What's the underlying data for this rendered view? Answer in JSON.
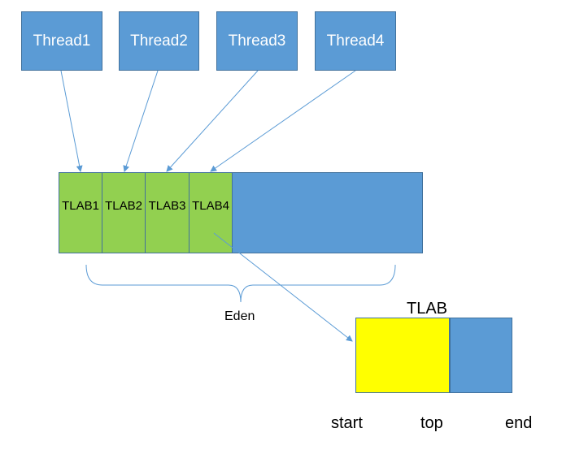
{
  "threads": [
    {
      "label": "Thread1"
    },
    {
      "label": "Thread2"
    },
    {
      "label": "Thread3"
    },
    {
      "label": "Thread4"
    }
  ],
  "tlabs": [
    {
      "label": "TLAB1"
    },
    {
      "label": "TLAB2"
    },
    {
      "label": "TLAB3"
    },
    {
      "label": "TLAB4"
    }
  ],
  "eden": {
    "label": "Eden"
  },
  "tlab_detail": {
    "title": "TLAB",
    "pointers": {
      "start": "start",
      "top": "top",
      "end": "end"
    }
  },
  "colors": {
    "thread": "#5b9bd5",
    "tlab_segment": "#92d050",
    "eden_free": "#5b9bd5",
    "tlab_used": "#ffff00",
    "connector": "#5b9bd5"
  }
}
